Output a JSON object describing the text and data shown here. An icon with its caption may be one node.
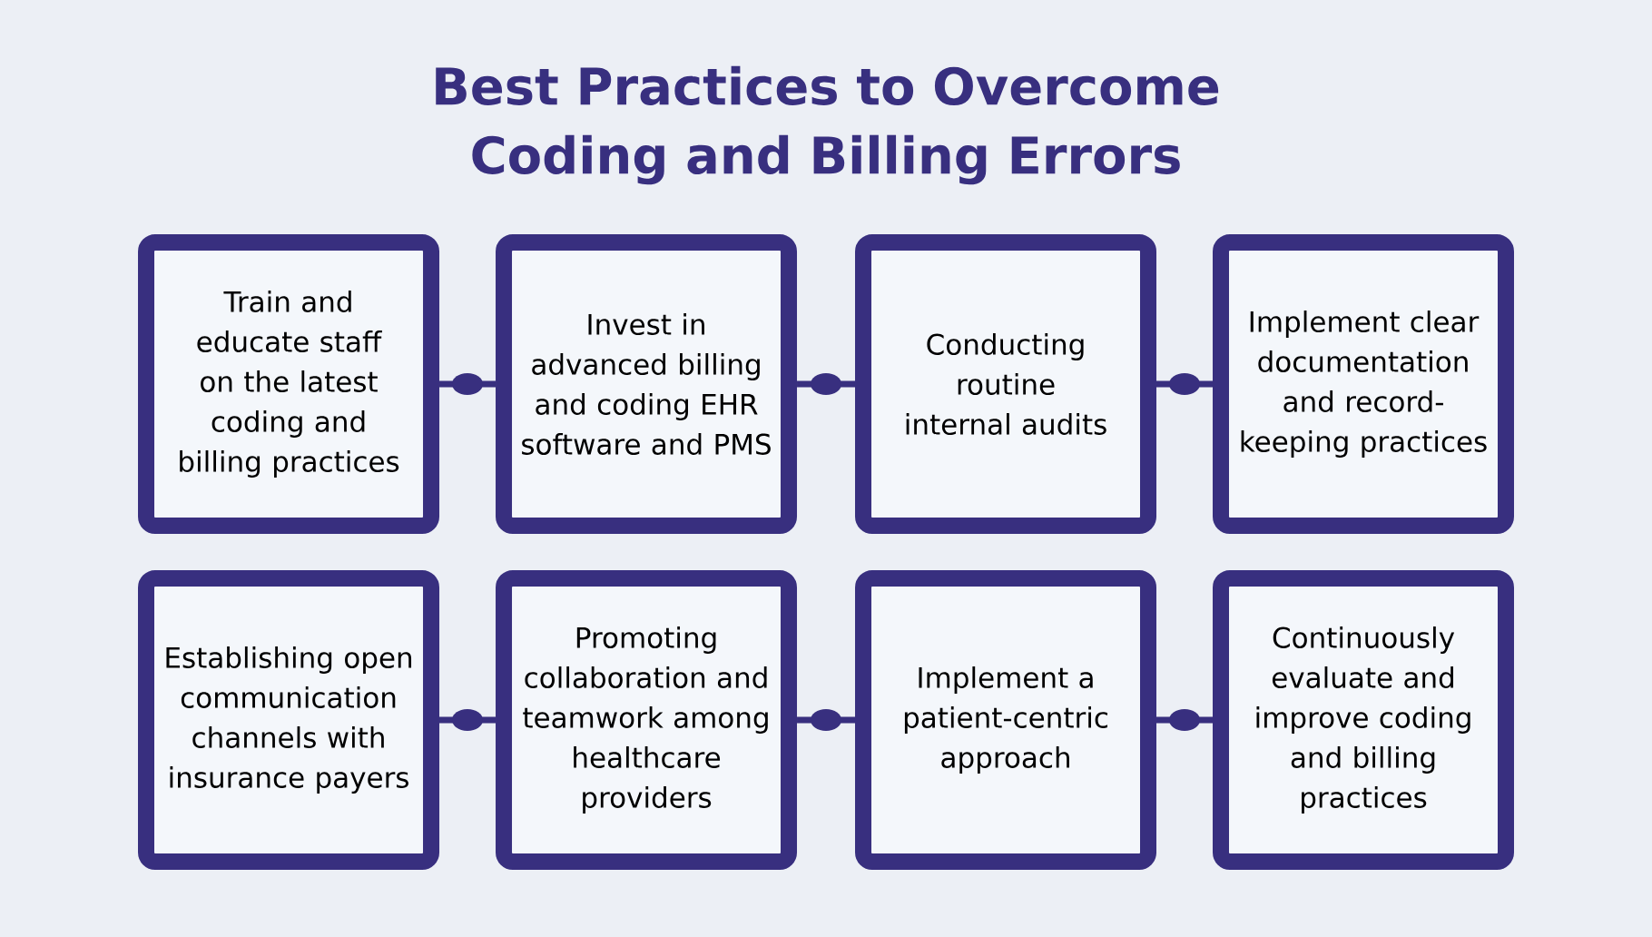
{
  "diagram": {
    "title": "Best Practices to Overcome Coding and Billing Errors",
    "nodes": [
      {
        "text": [
          "Train and educate staff on the latest coding and billing practices"
        ]
      },
      {
        "text": [
          "Invest in advanced billing and coding EHR software and PMS"
        ]
      },
      {
        "text": [
          "Conducting routine internal audits"
        ]
      },
      {
        "text": [
          "Implement clear documentation and record-keeping practices"
        ]
      },
      {
        "text": [
          "Establishing open communication channels with insurance payers"
        ]
      },
      {
        "text": [
          "Promoting collaboration and teamwork among healthcare providers"
        ]
      },
      {
        "text": [
          "Implement a patient-centric approach"
        ]
      },
      {
        "text": [
          "Continuously evaluate and improve coding and billing practices"
        ]
      }
    ],
    "edges": [
      {
        "from": 0,
        "to": 1,
        "arrow": "none"
      },
      {
        "from": 1,
        "to": 2,
        "arrow": "none"
      },
      {
        "from": 2,
        "to": 3,
        "arrow": "none"
      },
      {
        "from": 4,
        "to": 5,
        "arrow": "none"
      },
      {
        "from": 5,
        "to": 6,
        "arrow": "none"
      },
      {
        "from": 6,
        "to": 7,
        "arrow": "none"
      }
    ]
  }
}
